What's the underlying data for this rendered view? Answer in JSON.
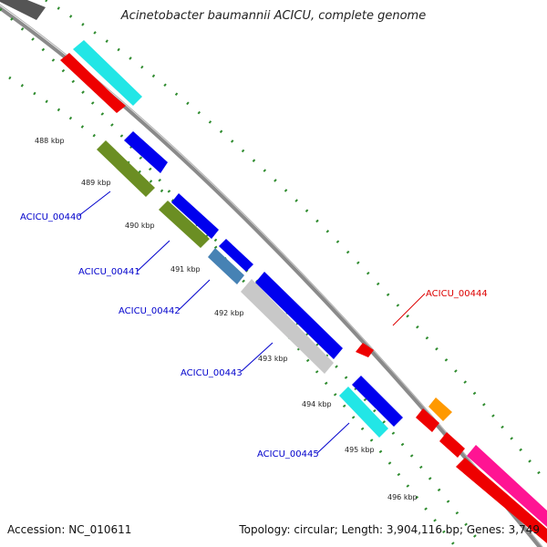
{
  "title": "Acinetobacter baumannii ACICU, complete genome",
  "footer": {
    "accession": "Accession: NC_010611",
    "summary": "Topology: circular; Length: 3,904,116 bp; Genes: 3,749"
  },
  "ticks": [
    {
      "label": "488 kbp"
    },
    {
      "label": "489 kbp"
    },
    {
      "label": "490 kbp"
    },
    {
      "label": "491 kbp"
    },
    {
      "label": "492 kbp"
    },
    {
      "label": "493 kbp"
    },
    {
      "label": "494 kbp"
    },
    {
      "label": "495 kbp"
    },
    {
      "label": "496 kbp"
    }
  ],
  "gene_labels": [
    {
      "name": "ACICU_00440",
      "color": "#0000cc"
    },
    {
      "name": "ACICU_00441",
      "color": "#0000cc"
    },
    {
      "name": "ACICU_00442",
      "color": "#0000cc"
    },
    {
      "name": "ACICU_00443",
      "color": "#0000cc"
    },
    {
      "name": "ACICU_00444",
      "color": "#dd0000"
    },
    {
      "name": "ACICU_00445",
      "color": "#0000cc"
    }
  ],
  "colors": {
    "backbone": "#8a8a8a",
    "dots": "#2e8b2e",
    "red": "#ee0000",
    "cyan": "#22e6e6",
    "blue": "#0000ee",
    "olive": "#6b8e23",
    "steelblue": "#4682b4",
    "gray": "#c8c8c8",
    "orange": "#ff9900",
    "pink": "#ff1493"
  }
}
